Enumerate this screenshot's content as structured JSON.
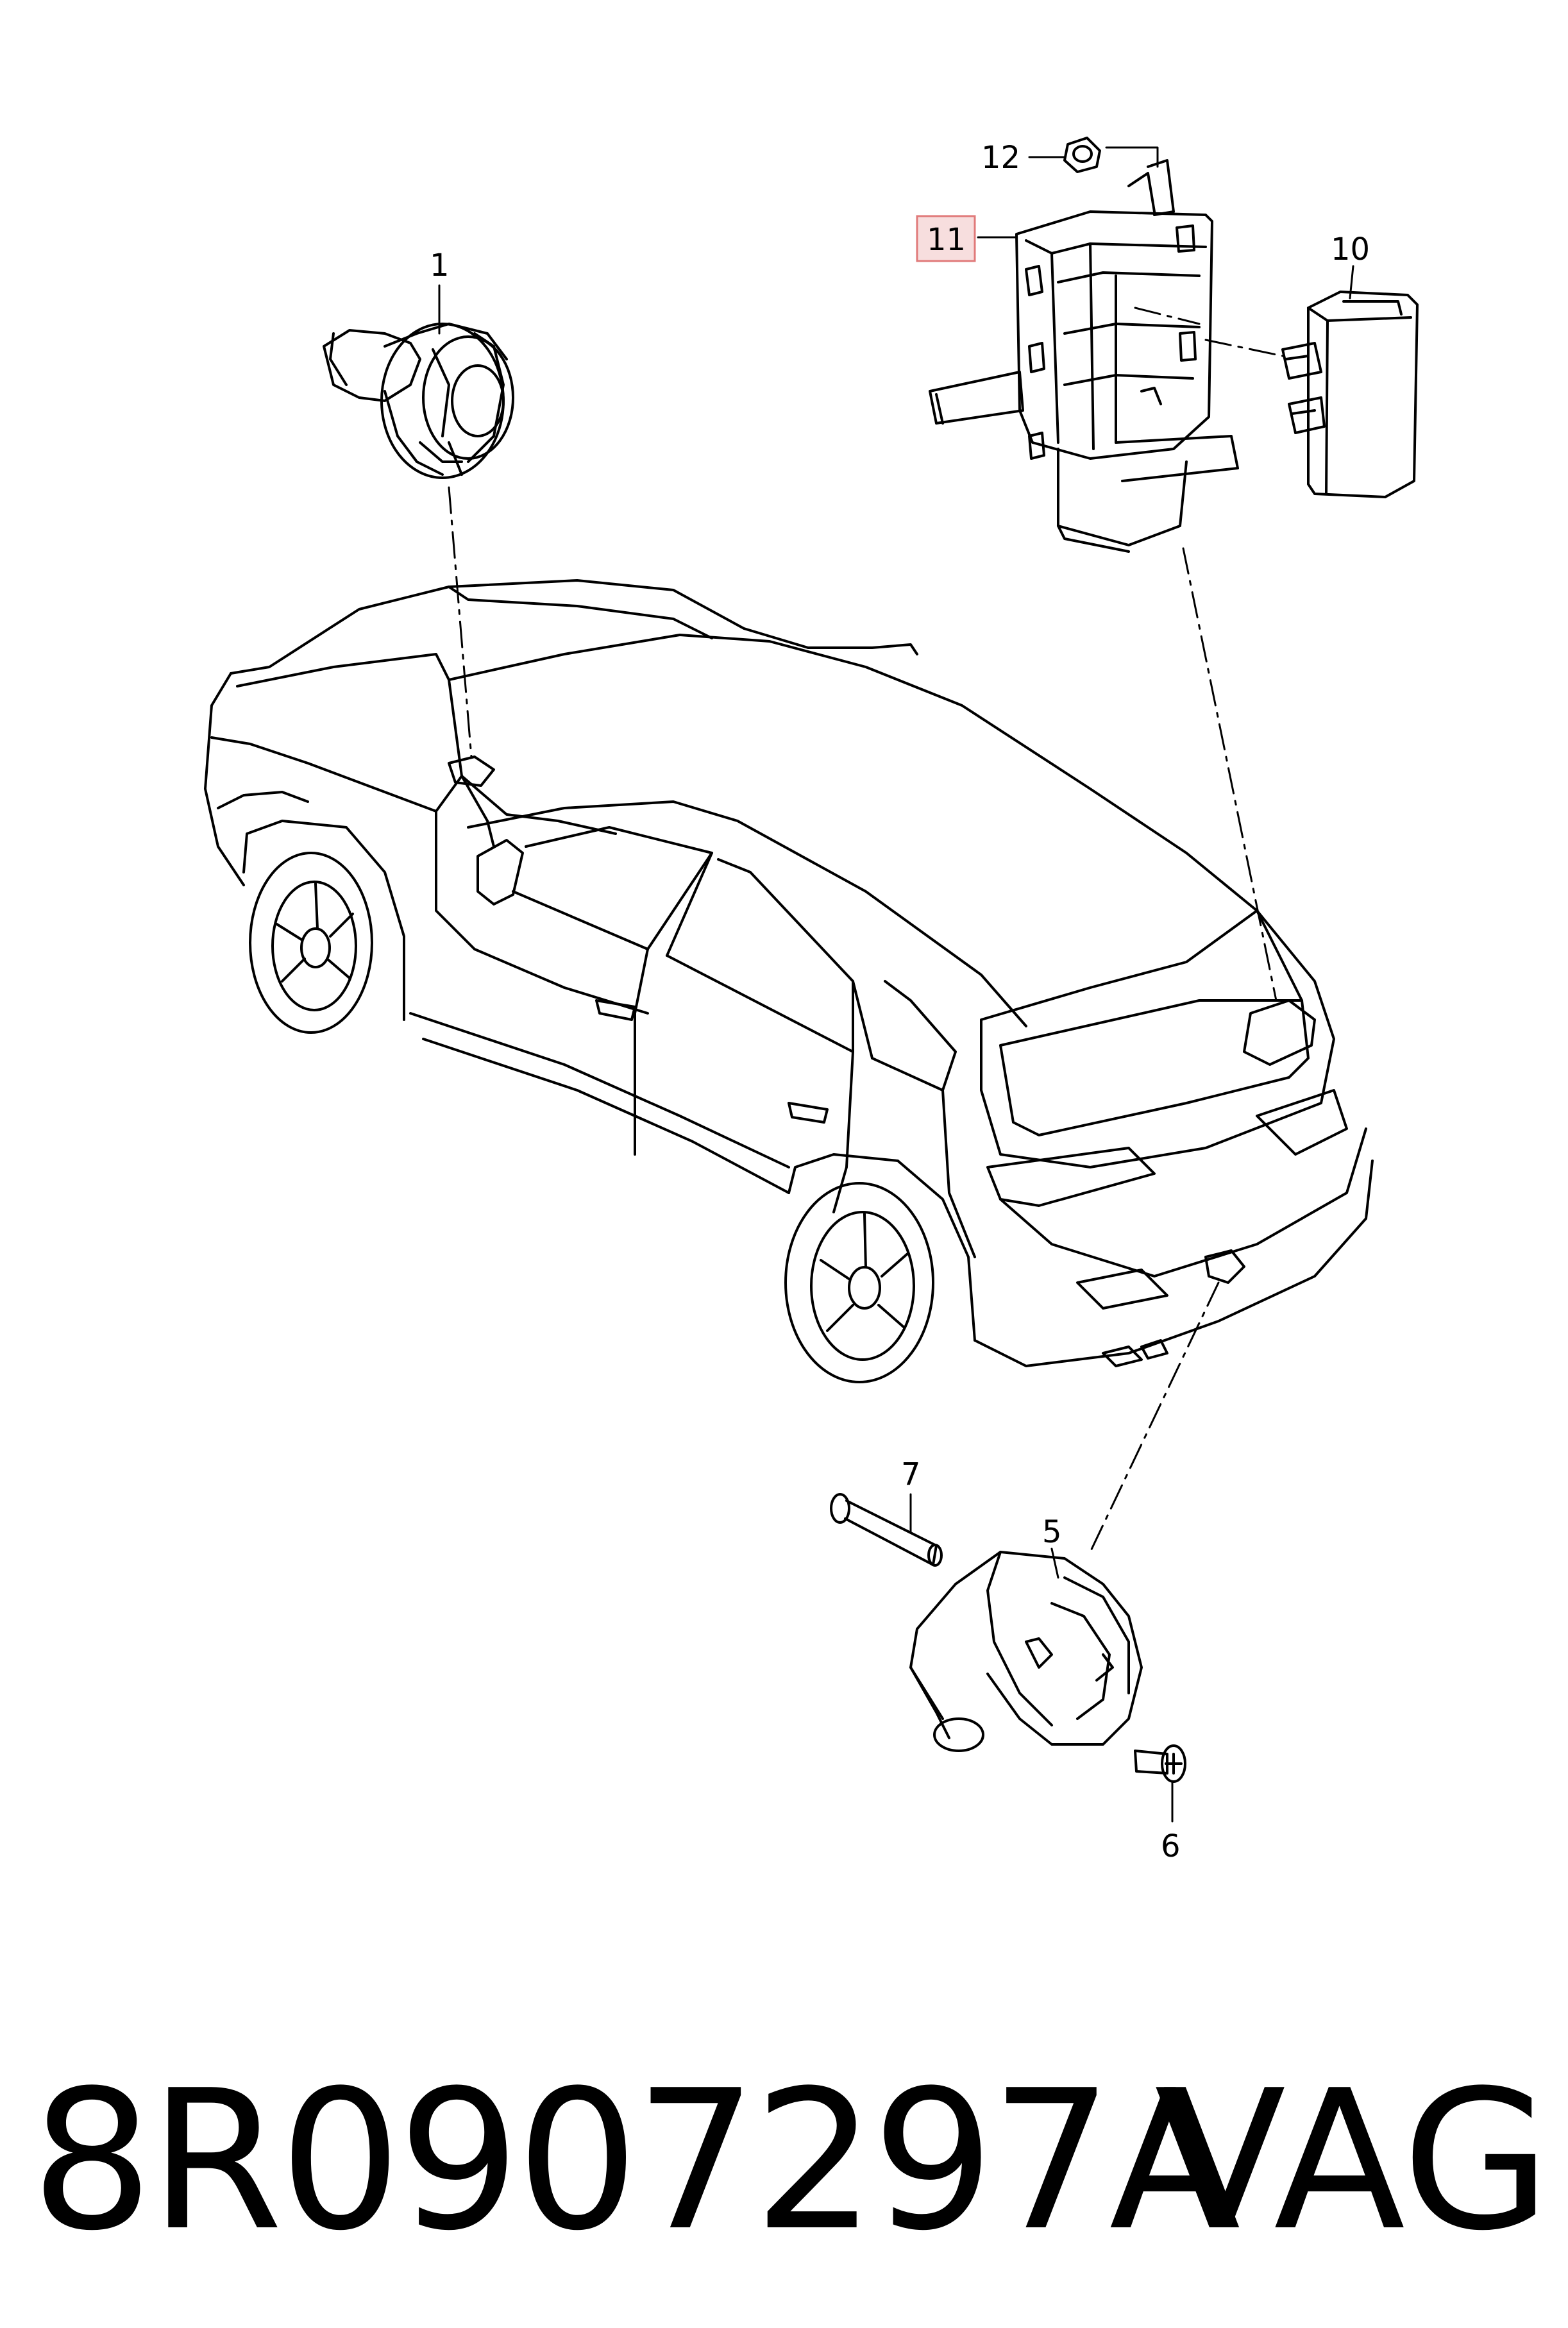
{
  "callouts": [
    {
      "id": "1",
      "label": "1"
    },
    {
      "id": "5",
      "label": "5"
    },
    {
      "id": "6",
      "label": "6"
    },
    {
      "id": "7",
      "label": "7"
    },
    {
      "id": "10",
      "label": "10"
    },
    {
      "id": "11",
      "label": "11",
      "highlighted": true
    },
    {
      "id": "12",
      "label": "12"
    }
  ],
  "highlight_color": "#f7dede",
  "highlight_border": "#e07a7a",
  "footer": {
    "part_number": "8R0907297A",
    "brand": "VAG"
  }
}
